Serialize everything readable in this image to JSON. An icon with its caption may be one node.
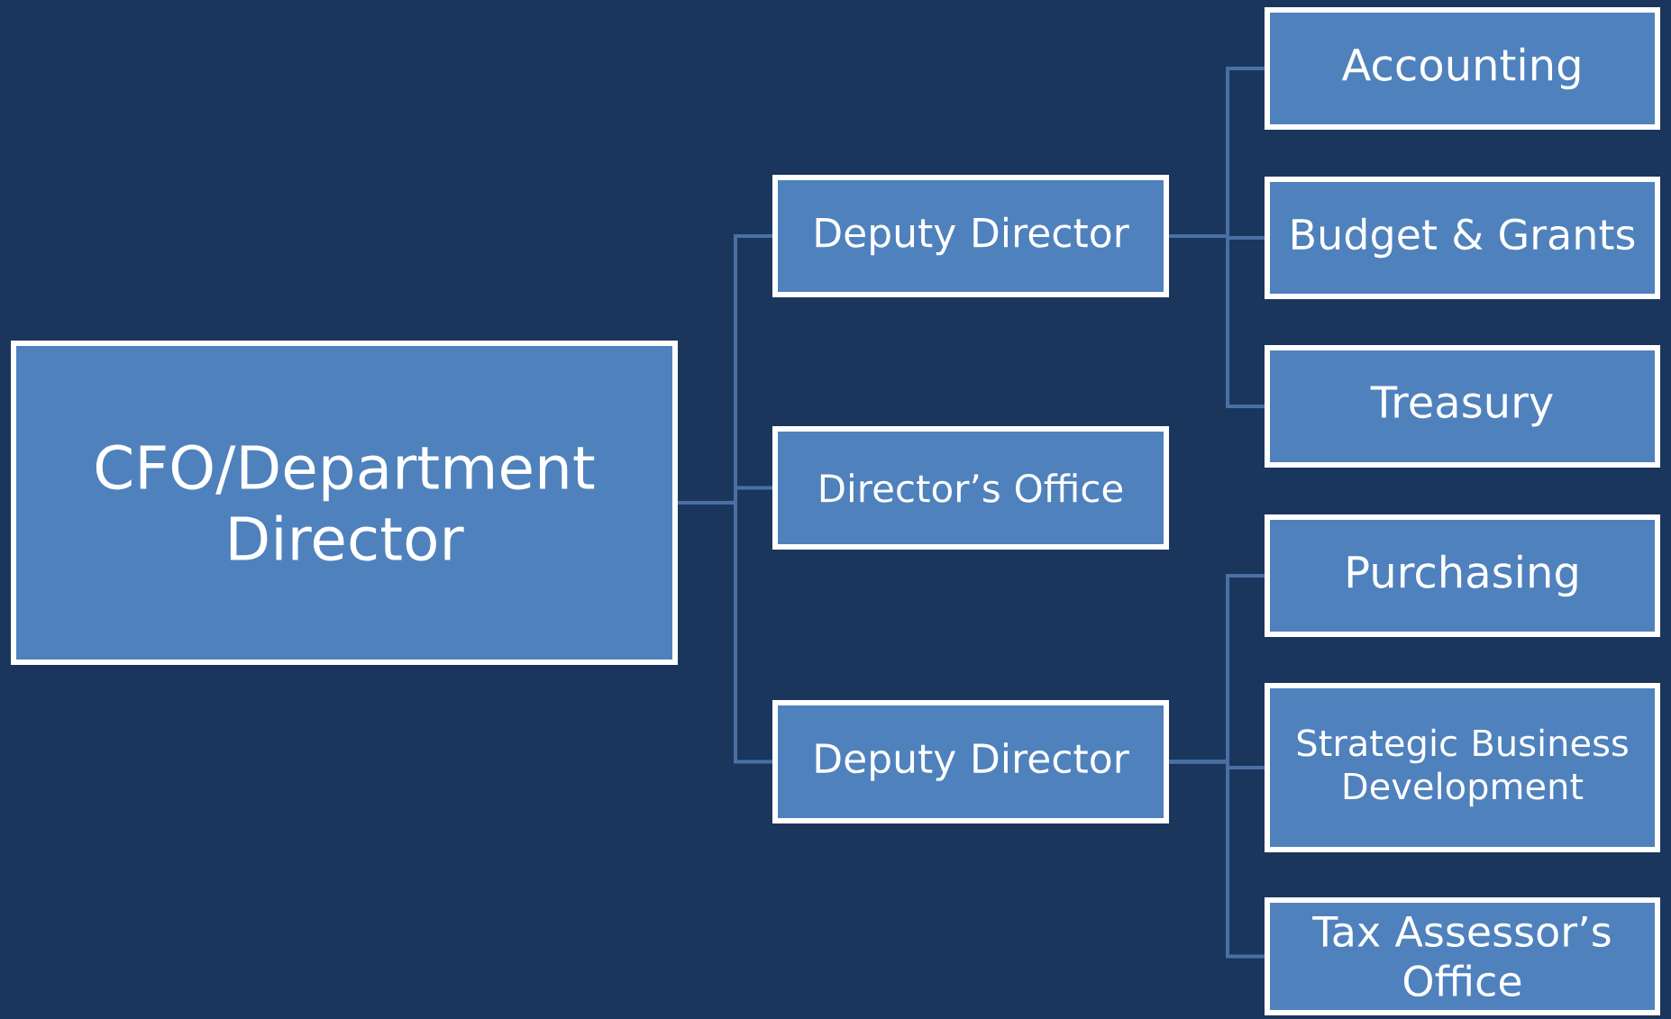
{
  "diagram": {
    "nodes": [
      {
        "text": [
          "CFO/Department Director"
        ]
      },
      {
        "text": [
          "Deputy Director"
        ]
      },
      {
        "text": [
          "Director’s Office"
        ]
      },
      {
        "text": [
          "Deputy Director"
        ]
      },
      {
        "text": [
          "Accounting"
        ]
      },
      {
        "text": [
          "Budget & Grants"
        ]
      },
      {
        "text": [
          "Treasury"
        ]
      },
      {
        "text": [
          "Purchasing"
        ]
      },
      {
        "text": [
          "Strategic Business Development"
        ]
      },
      {
        "text": [
          "Tax Assessor’s Office"
        ]
      }
    ],
    "edges": [
      {
        "from": 0,
        "to": 1,
        "arrow": "none"
      },
      {
        "from": 0,
        "to": 2,
        "arrow": "none"
      },
      {
        "from": 0,
        "to": 3,
        "arrow": "none"
      },
      {
        "from": 1,
        "to": 4,
        "arrow": "none"
      },
      {
        "from": 1,
        "to": 5,
        "arrow": "none"
      },
      {
        "from": 1,
        "to": 6,
        "arrow": "none"
      },
      {
        "from": 3,
        "to": 7,
        "arrow": "none"
      },
      {
        "from": 3,
        "to": 8,
        "arrow": "none"
      },
      {
        "from": 3,
        "to": 9,
        "arrow": "none"
      }
    ]
  }
}
